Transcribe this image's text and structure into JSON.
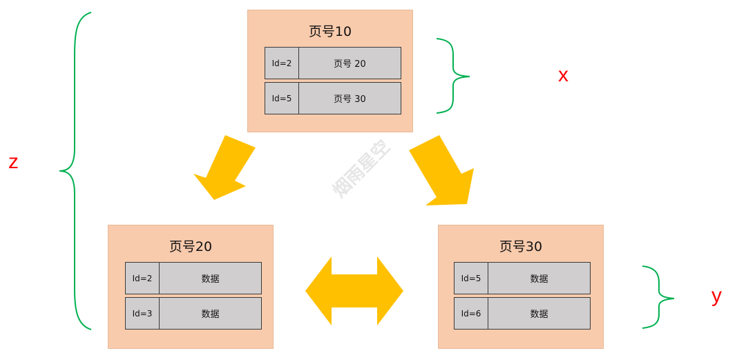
{
  "pages": {
    "top": {
      "title": "页号10",
      "rows": [
        {
          "key": "Id=2",
          "value": "页号 20"
        },
        {
          "key": "Id=5",
          "value": "页号 30"
        }
      ]
    },
    "left": {
      "title": "页号20",
      "rows": [
        {
          "key": "Id=2",
          "value": "数据"
        },
        {
          "key": "Id=3",
          "value": "数据"
        }
      ]
    },
    "right": {
      "title": "页号30",
      "rows": [
        {
          "key": "Id=5",
          "value": "数据"
        },
        {
          "key": "Id=6",
          "value": "数据"
        }
      ]
    }
  },
  "labels": {
    "x": "x",
    "y": "y",
    "z": "z"
  },
  "watermark": "烟雨星空",
  "colors": {
    "page_fill": "#f8cbad",
    "row_fill": "#d0cece",
    "arrow": "#ffc000",
    "brace": "#00b050",
    "label": "#ff0000"
  }
}
